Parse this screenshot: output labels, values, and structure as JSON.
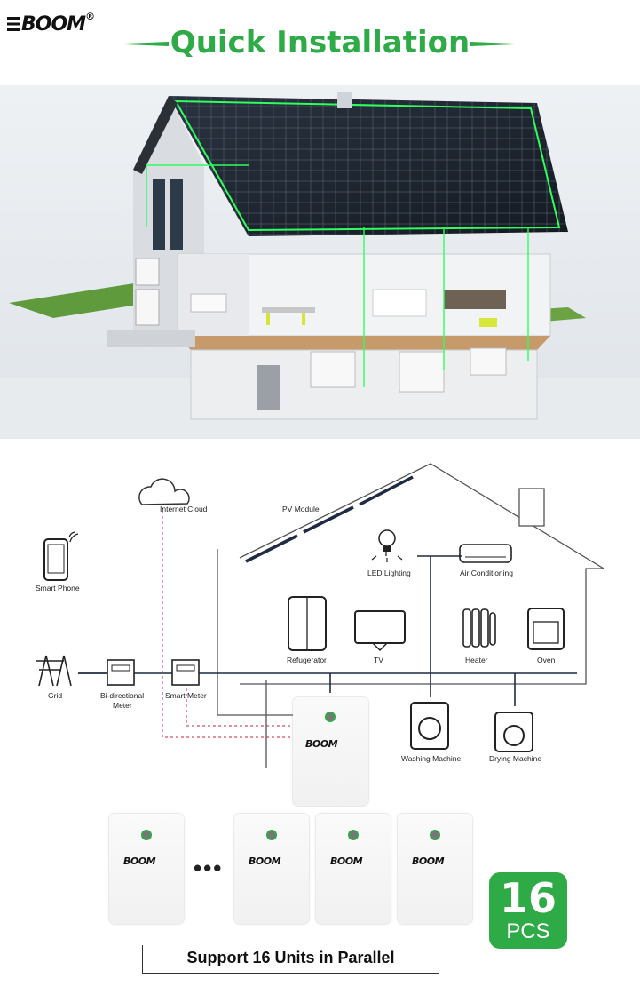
{
  "brand": {
    "name": "BOOM",
    "registered": "®"
  },
  "header": {
    "title": "Quick Installation"
  },
  "diagram": {
    "labels": {
      "internet_cloud": "Internet Cloud",
      "pv_module": "PV Module",
      "smart_phone": "Smart Phone",
      "led_lighting": "LED Lighting",
      "air_conditioning": "Air Conditioning",
      "refrigerator": "Refugerator",
      "tv": "TV",
      "heater": "Heater",
      "oven": "Oven",
      "grid": "Grid",
      "bidirectional_meter_1": "Bi-directional",
      "bidirectional_meter_2": "Meter",
      "smart_meter": "Smart Meter",
      "washing_machine": "Washing Machine",
      "drying_machine": "Drying Machine"
    },
    "unit_logo": "BOOM",
    "ellipsis": "•••"
  },
  "badge": {
    "number": "16",
    "unit": "PCS"
  },
  "footer": {
    "caption": "Support 16 Units in Parallel"
  },
  "colors": {
    "accent": "#2eaa47",
    "line": "#1f2a44"
  }
}
